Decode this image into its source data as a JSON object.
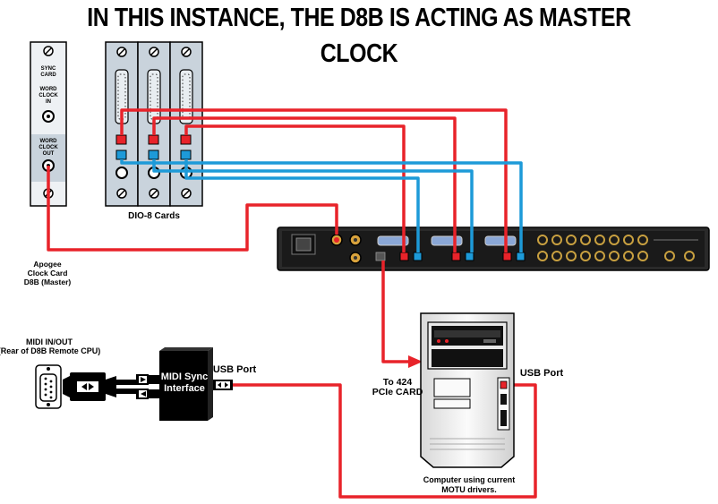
{
  "title": "IN THIS INSTANCE, THE D8B IS ACTING AS MASTER CLOCK",
  "sync_card": {
    "label_line1": "SYNC",
    "label_line2": "CARD",
    "word_clock_in": [
      "WORD",
      "CLOCK",
      "IN"
    ],
    "word_clock_out": [
      "WORD",
      "CLOCK",
      "OUT"
    ]
  },
  "dio_label": "DIO-8 Cards",
  "apogee_label": [
    "Apogee",
    "Clock Card",
    "D8B (Master)"
  ],
  "midi_label": [
    "MIDI IN/OUT",
    "(Rear of D8B Remote CPU)"
  ],
  "sync_interface_label": [
    "MIDI Sync",
    "Interface"
  ],
  "usb_port_left": "USB Port",
  "usb_port_right": "USB Port",
  "pcie_label": [
    "To 424",
    "PCIe CARD"
  ],
  "computer_label": [
    "Computer using current",
    "MOTU drivers."
  ],
  "colors": {
    "red_cable": "#e8232a",
    "blue_cable": "#1d9ad8",
    "panel": "#1a1a1a",
    "card_fill": "#c9d3dc"
  }
}
